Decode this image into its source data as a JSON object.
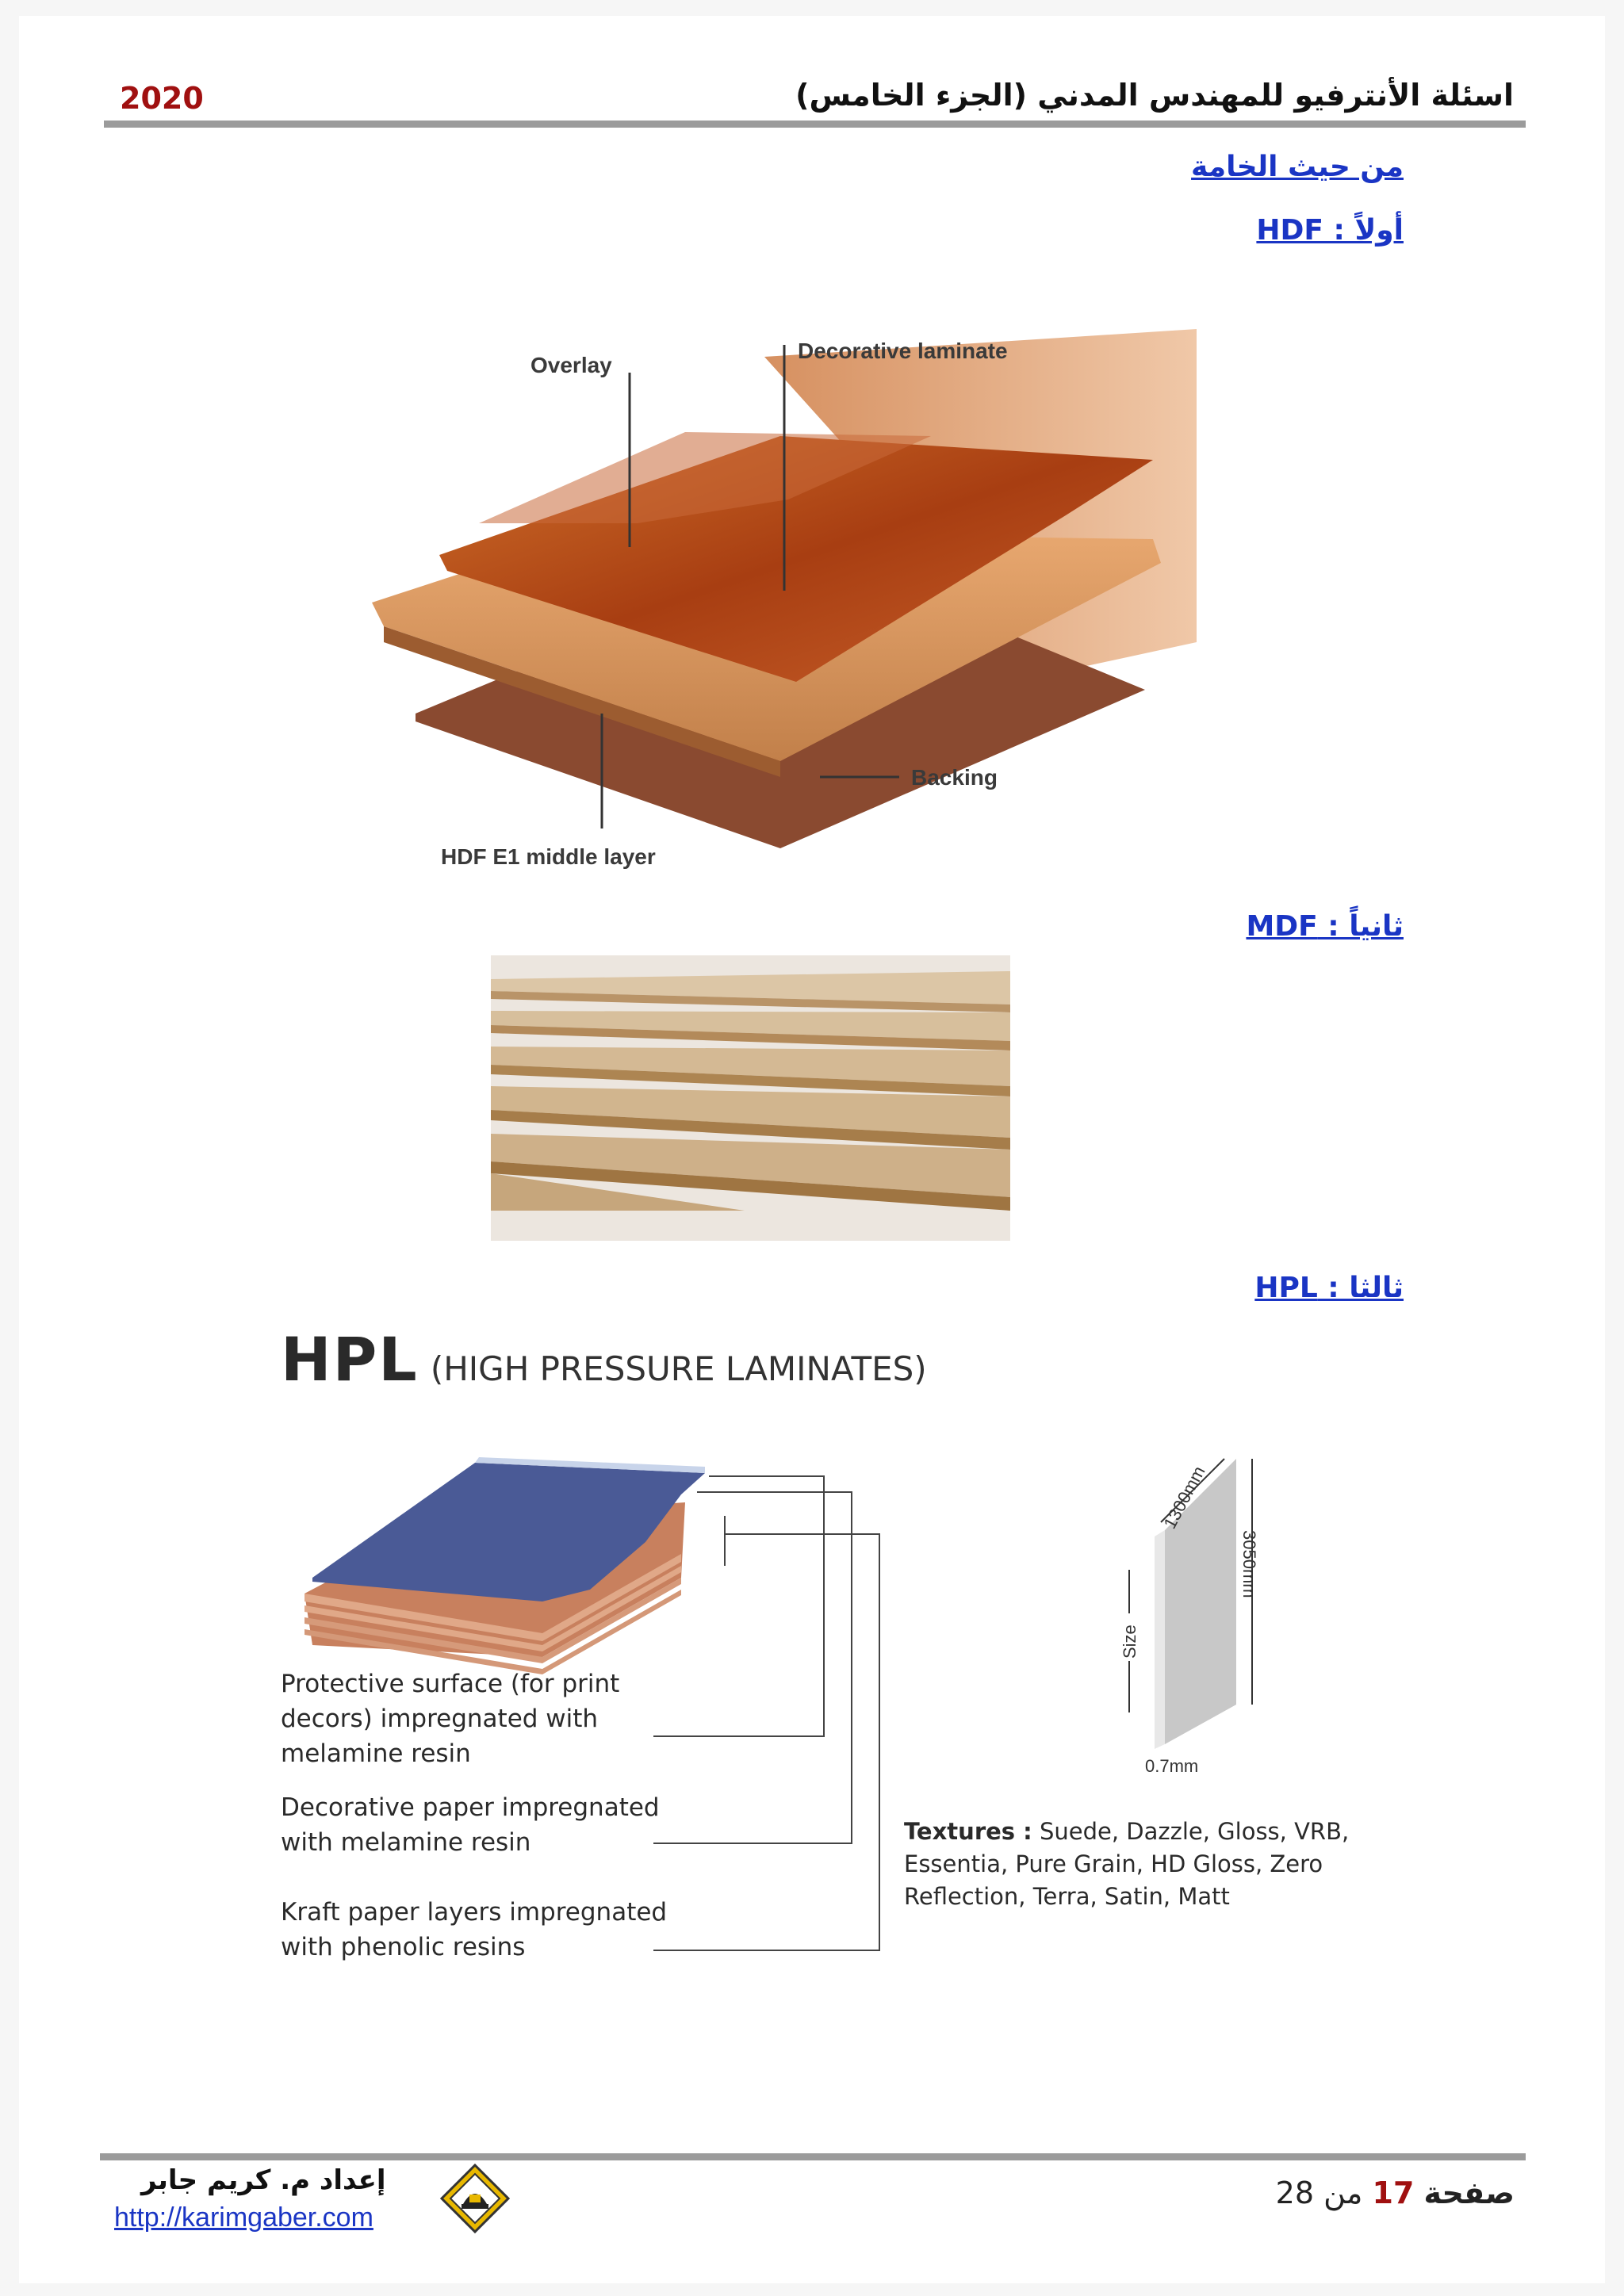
{
  "header": {
    "year": "2020",
    "title": "اسئلة الأنترفيو للمهندس المدني (الجزء الخامس)"
  },
  "sections": {
    "material_heading": "من حيث الخامة",
    "first": "أولاً : HDF",
    "second": "ثانياً : MDF",
    "third": "ثالثا : HPL"
  },
  "hdf_diagram": {
    "overlay": "Overlay",
    "decorative": "Decorative laminate",
    "backing": "Backing",
    "middle": "HDF E1 middle layer"
  },
  "hpl_diagram": {
    "title_main": "HPL",
    "title_sub": "(HIGH PRESSURE LAMINATES)",
    "layer1_lines": [
      "Protective surface (for print",
      "decors) impregnated with",
      "melamine resin"
    ],
    "layer2_lines": [
      "Decorative paper impregnated",
      "with melamine resin"
    ],
    "layer3_lines": [
      "Kraft paper layers impregnated",
      "with phenolic resins"
    ],
    "size_width": "1300mm",
    "size_height": "3050mm",
    "size_label": "Size",
    "thickness": "0.7mm",
    "textures_label": "Textures :",
    "textures_lines": [
      " Suede, Dazzle, Gloss, VRB,",
      "Essentia, Pure Grain, HD Gloss, Zero",
      "Reflection, Terra, Satin, Matt"
    ]
  },
  "footer": {
    "author": "إعداد م. كريم جابر",
    "url": "http://karimgaber.com",
    "page_word": "صفحة",
    "page_num": "17",
    "of_word": "من",
    "total": "28"
  },
  "colors": {
    "link_blue": "#1a35c4",
    "accent_red": "#a01010",
    "rule_gray": "#9b9b9b"
  }
}
